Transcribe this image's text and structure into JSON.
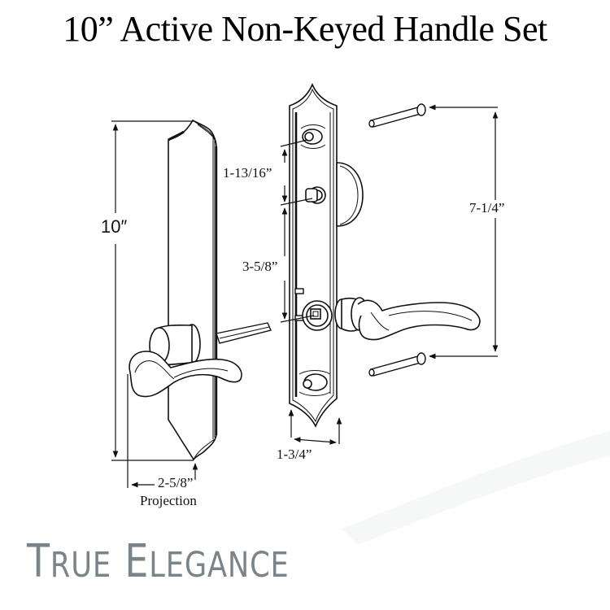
{
  "title": "10” Active Non-Keyed Handle Set",
  "dimensions": {
    "height": "10″",
    "screw_spacing_top": "1-13/16”",
    "spindle_spacing": "3-5/8”",
    "screw_length_spacing": "7-1/4”",
    "plate_width": "1-3/4”",
    "projection_value": "2-5/8”",
    "projection_label": "Projection"
  },
  "brand": {
    "word1_initial": "T",
    "word1_rest": "RUE",
    "word2_initial": "E",
    "word2_rest": "LEGANCE",
    "color": "#7a8489"
  },
  "parts": [
    "exterior-plate",
    "exterior-lever",
    "spindle",
    "interior-plate",
    "interior-lever",
    "mounting-screw-top",
    "mounting-screw-bottom"
  ]
}
